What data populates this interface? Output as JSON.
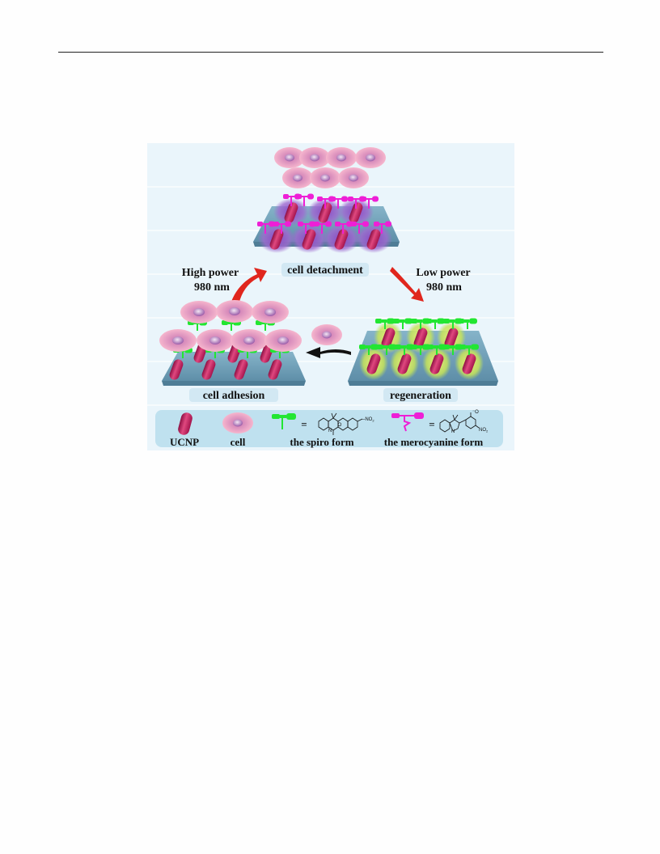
{
  "figure": {
    "labels": {
      "cell_detachment": "cell detachment",
      "high_power": "High power",
      "high_power_wl": "980 nm",
      "low_power": "Low power",
      "low_power_wl": "980 nm",
      "cell_adhesion": "cell adhesion",
      "regeneration": "regeneration"
    },
    "legend": {
      "ucnp": "UCNP",
      "cell": "cell",
      "equals": "=",
      "spiro": "the spiro form",
      "merocyanine": "the merocyanine form",
      "no2": "NO",
      "no2_sub": "2",
      "oxygen": "O",
      "nitrogen": "N"
    },
    "colors": {
      "background": "#eaf5fb",
      "platform": "#6f9fb7",
      "ucnp": "#c41a5e",
      "cell": "#f2a8c4",
      "spiro": "#22e632",
      "merocyanine": "#ee1fd6",
      "arrow": "#e0261d",
      "legend_box": "#bfe1ef"
    }
  }
}
